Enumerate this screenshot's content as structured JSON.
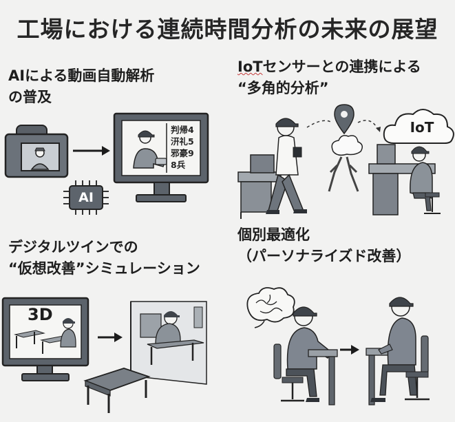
{
  "title": "工場における連続時間分析の未来の展望",
  "panels": [
    {
      "lines": [
        "AIによる動画自動解析",
        "の普及"
      ],
      "chip_label": "AI",
      "screen_text": [
        "判帰4",
        "汧礼5",
        "邪豪9",
        "8兵"
      ]
    },
    {
      "line1_prefix": "IoT",
      "line1_rest": "センサーとの連携による",
      "line2": "“多角的分析”",
      "cloud_label": "IoT"
    },
    {
      "lines": [
        "デジタルツインでの",
        "“仮想改善”シミュレーション"
      ],
      "screen_label": "3D"
    },
    {
      "lines": [
        "個別最適化",
        "（パーソナライズド改善）"
      ]
    }
  ],
  "colors": {
    "background": "#f2f2f1",
    "ink": "#1e1e1e",
    "gray_dark": "#4a4f55",
    "gray_mid": "#7f8690",
    "gray_light": "#c6cbd0",
    "accent_red": "#c43b3b"
  },
  "icons": [
    "camera-icon",
    "ai-chip-icon",
    "monitor-icon",
    "location-pin-icon",
    "cloud-icon",
    "brain-icon",
    "arrow-icon"
  ]
}
